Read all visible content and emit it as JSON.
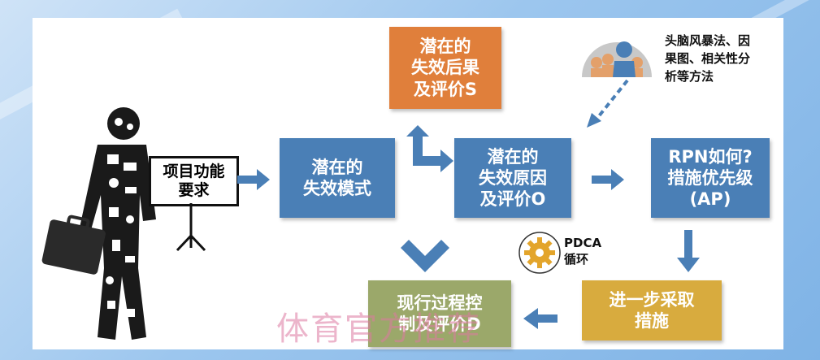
{
  "boxes": {
    "consequence": "潜在的\n失效后果\n及评价S",
    "failure_mode": "潜在的\n失效模式",
    "cause": "潜在的\n失效原因\n及评价O",
    "rpn": "RPN如何?\n措施优先级\n(AP)",
    "control": "现行过程控\n制及评价D",
    "action": "进一步采取\n措施"
  },
  "sign_text": "项目功能\n要求",
  "brainstorm_text": "头脑风暴法、因\n果图、相关性分\n析等方法",
  "pdca_text": "PDCA\n循环",
  "watermark": "体育官方推荐",
  "colors": {
    "blue": "#4a7fb6",
    "orange": "#e07f3b",
    "olive": "#9ba86a",
    "gold": "#d8ab3e",
    "gear": "#e3a52c"
  },
  "icons": [
    "person-collage-icon",
    "briefcase-icon",
    "audience-icon",
    "gear-icon"
  ]
}
